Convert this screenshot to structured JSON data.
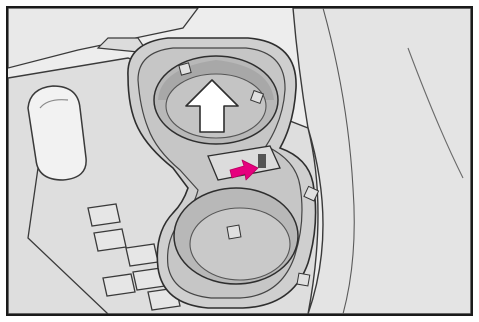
{
  "figure": {
    "subject": "center-console-cup-holder",
    "arrows": [
      {
        "name": "lift-up-arrow",
        "color": "#ffffff",
        "direction": "up"
      },
      {
        "name": "press-tab-arrow",
        "color": "#e6007e",
        "direction": "right"
      }
    ],
    "colors": {
      "background": "#ececec",
      "line": "#3a3a3a",
      "console_fill": "#d8d8d8",
      "cup_fill": "#b9b9b9",
      "accent": "#e6007e"
    }
  }
}
